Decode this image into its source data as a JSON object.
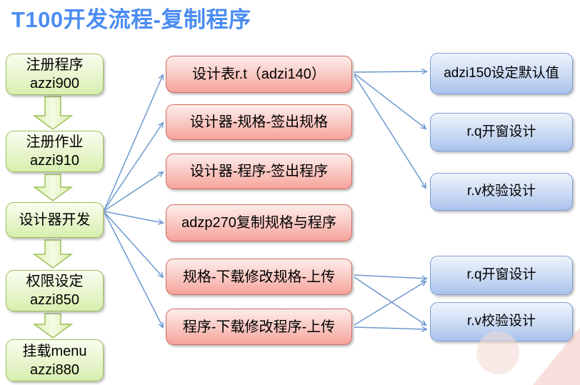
{
  "title": "T100开发流程-复制程序",
  "colors": {
    "title_blue": "#4a8cf2",
    "connector_blue": "#6d98cf",
    "green_box_border": "#9cbf58",
    "green_box_fill_bottom": "#d7efae",
    "pink_box_border": "#cf6a60",
    "pink_box_fill_bottom": "#f5a49b",
    "blue_box_border": "#7b9fd4",
    "blue_box_fill_bottom": "#aac3ec",
    "watermark_pink": "#f2c0b7"
  },
  "flow": {
    "left": [
      {
        "label": "注册程序\nazzi900"
      },
      {
        "label": "注册作业\nazzi910"
      },
      {
        "label": "设计器开发"
      },
      {
        "label": "权限设定\nazzi850"
      },
      {
        "label": "挂载menu\nazzi880"
      }
    ],
    "middle": [
      {
        "label": "设计表r.t（adzi140）"
      },
      {
        "label": "设计器-规格-签出规格"
      },
      {
        "label": "设计器-程序-签出程序"
      },
      {
        "label": "adzp270复制规格与程序"
      },
      {
        "label": "规格-下载修改规格-上传"
      },
      {
        "label": "程序-下载修改程序-上传"
      }
    ],
    "right": [
      {
        "label": "adzi150设定默认值"
      },
      {
        "label": "r.q开窗设计"
      },
      {
        "label": "r.v校验设计"
      },
      {
        "label": "r.q开窗设计"
      },
      {
        "label": "r.v校验设计"
      }
    ]
  }
}
